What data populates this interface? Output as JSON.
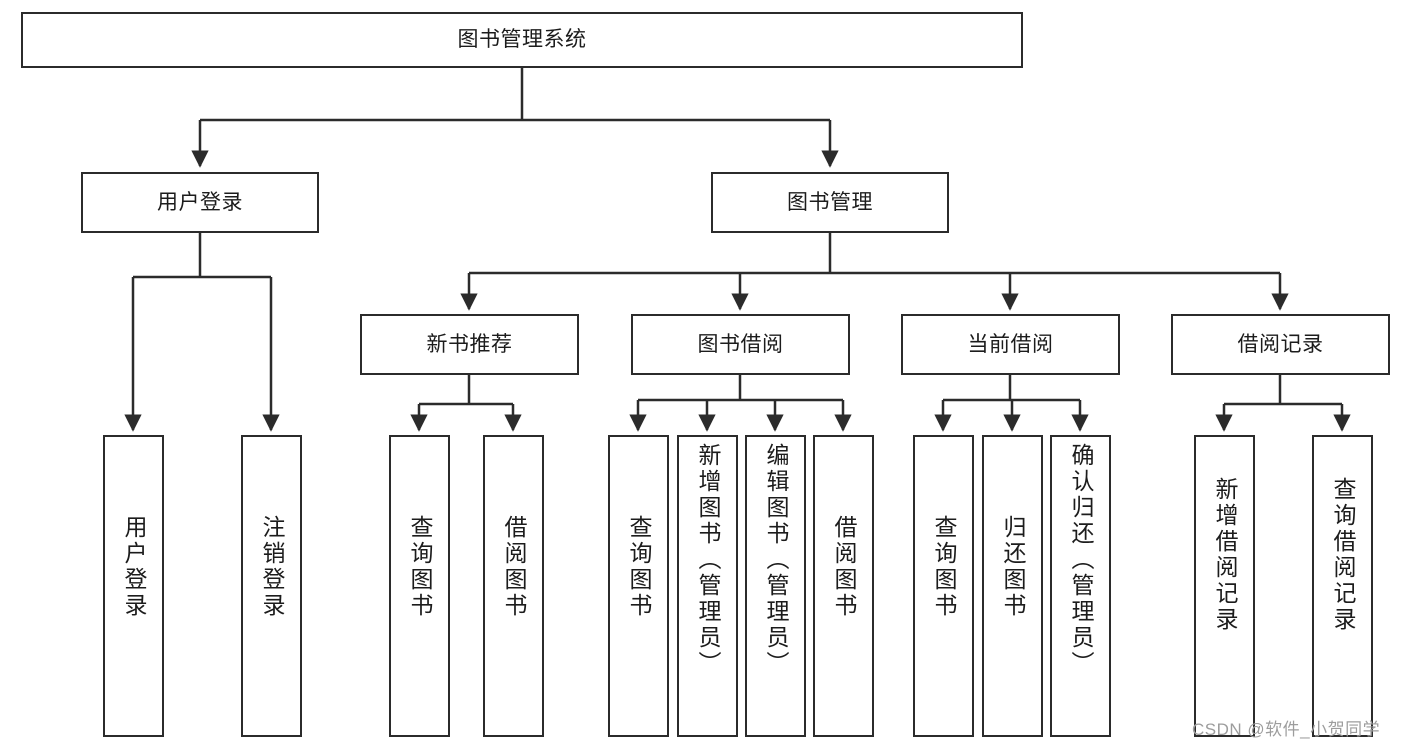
{
  "diagram": {
    "type": "tree-hierarchy-chart",
    "title_node": {
      "label": "图书管理系统"
    },
    "level1": [
      {
        "id": "user-login",
        "label": "用户登录"
      },
      {
        "id": "book-management",
        "label": "图书管理"
      }
    ],
    "level2": [
      {
        "id": "new-book-recommend",
        "label": "新书推荐",
        "parent": "book-management"
      },
      {
        "id": "book-borrow",
        "label": "图书借阅",
        "parent": "book-management"
      },
      {
        "id": "current-borrow",
        "label": "当前借阅",
        "parent": "book-management"
      },
      {
        "id": "borrow-record",
        "label": "借阅记录",
        "parent": "book-management"
      }
    ],
    "leaves": {
      "user_login": [
        {
          "id": "leaf-user-login",
          "label": "用户登录"
        },
        {
          "id": "leaf-logout-login",
          "label": "注销登录"
        }
      ],
      "new_book_recommend": [
        {
          "id": "leaf-query-book-1",
          "label": "查询图书"
        },
        {
          "id": "leaf-borrow-book-1",
          "label": "借阅图书"
        }
      ],
      "book_borrow": [
        {
          "id": "leaf-query-book-2",
          "label": "查询图书"
        },
        {
          "id": "leaf-add-book",
          "label": "新增图书（管理员）"
        },
        {
          "id": "leaf-edit-book",
          "label": "编辑图书（管理员）"
        },
        {
          "id": "leaf-borrow-book-2",
          "label": "借阅图书"
        }
      ],
      "current_borrow": [
        {
          "id": "leaf-query-book-3",
          "label": "查询图书"
        },
        {
          "id": "leaf-return-book",
          "label": "归还图书"
        },
        {
          "id": "leaf-confirm-return",
          "label": "确认归还（管理员）"
        }
      ],
      "borrow_record": [
        {
          "id": "leaf-add-record",
          "label": "新增借阅记录"
        },
        {
          "id": "leaf-query-record",
          "label": "查询借阅记录"
        }
      ]
    },
    "colors": {
      "stroke": "#2b2b2b",
      "fill": "#ffffff",
      "text": "#1c1c1c",
      "watermark": "#9d9d9d"
    }
  },
  "watermark": {
    "text": "CSDN @软件_小贺同学"
  }
}
